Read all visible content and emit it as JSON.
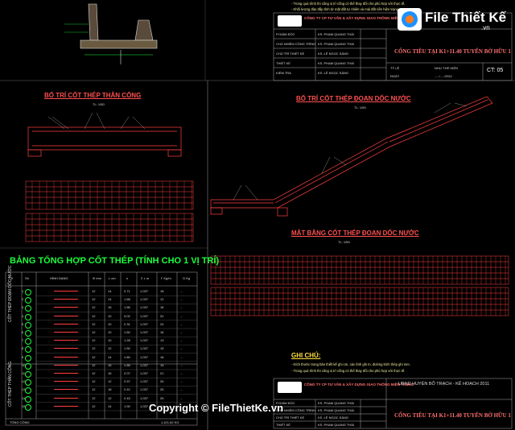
{
  "watermark": {
    "brand_name": "File Thiết Kế",
    "brand_url": ".vn",
    "copyright": "Copyright © FileThietKe.vn"
  },
  "sections": {
    "than_cong_title": "BỐ TRÍ CỐT THÉP THÂN CỐNG",
    "than_cong_scale": "TL: 1/50",
    "doc_nuoc_title": "BỐ TRÍ CỐT THÉP ĐOẠN DỐC NƯỚC",
    "doc_nuoc_scale": "TL: 1/50",
    "mat_bang_title": "MẶT BẰNG CỐT THÉP ĐOẠN DỐC NƯỚC",
    "mat_bang_scale": "TL: 1/50",
    "table_title": "BẢNG TỔNG HỢP CỐT THÉP (TÍNH CHO 1 VỊ TRÍ)",
    "ghi_chu_title": "GHI CHÚ:",
    "side_label_1": "CỐT THÉP ĐOẠN DỐC NƯỚC",
    "side_label_2": "CỐT THÉP THÂN CỐNG"
  },
  "notes_top": [
    "- Trong quá trình thi công vị trí cống có thể thay đổi cho phù hợp với thực tế.",
    "- Khối lượng đào đắp tính từ mặt đất tự nhiên và mái đất nền hiện trạng."
  ],
  "notes_bottom": [
    "- Kích thước trong bản thiết kế ghi cm, các tính ghi m, đường kính thép ghi mm.",
    "- Trong quá trình thi công vị trí cống có thể thay đổi cho phù hợp với thực tế."
  ],
  "title_block_top": {
    "company": "CÔNG TY CP TƯ VẤN & XÂY DỰNG GIAO THÔNG MIỀN TRUNG",
    "project": "CỐNG TIÊU TẠI K1+11.40 TUYẾN BỜ HỮU 1",
    "sheet": "CT: 05",
    "rows": [
      {
        "role": "P.GIÁM ĐỐC",
        "name": "KS. PHẠM QUANG THÁI"
      },
      {
        "role": "CHỦ NHIỆM CÔNG TRÌNH",
        "name": "KS. PHẠM QUANG THÁI"
      },
      {
        "role": "CHỦ TRÌ THIẾT KẾ",
        "name": "KS. LÊ NGỌC SÁNG"
      },
      {
        "role": "THIẾT KẾ",
        "name": "KS. PHẠM QUANG THÁI"
      },
      {
        "role": "KIỂM TRA",
        "name": "KS. LÊ NGỌC SÁNG"
      }
    ],
    "ratio": "TỶ LỆ",
    "ratio_val": "NHƯ THỂ HIỆN",
    "date_label": "NGÀY",
    "date_val": "...../...../2011"
  },
  "title_block_bottom": {
    "owner": "UBND HUYỆN BỐ TRẠCH - KẾ HOẠCH 2011",
    "company": "CÔNG TY CP TƯ VẤN & XÂY DỰNG GIAO THÔNG MIỀN TRUNG",
    "project": "CỐNG TIÊU TẠI K1+11.40 TUYẾN BỜ HỮU 1",
    "rows": [
      {
        "role": "P.GIÁM ĐỐC",
        "name": "KS. PHẠM QUANG THÁI"
      },
      {
        "role": "CHỦ NHIỆM CÔNG TRÌNH",
        "name": "KS. PHẠM QUANG THÁI"
      },
      {
        "role": "CHỦ TRÌ THIẾT KẾ",
        "name": "KS. LÊ NGỌC SÁNG"
      },
      {
        "role": "THIẾT KẾ",
        "name": "KS. PHẠM QUANG THÁI"
      }
    ]
  },
  "table": {
    "headers": [
      "CK",
      "Số",
      "HÌNH DẠNG",
      "Φ mm",
      "L cm",
      "n",
      "Σ L m",
      "Γ Kg/m",
      "G Kg"
    ],
    "rows": [
      [
        "1",
        "12",
        "14",
        "2.71",
        "1,037",
        "18",
        "..."
      ],
      [
        "2",
        "12",
        "14",
        "1.68",
        "1,037",
        "12",
        "..."
      ],
      [
        "3",
        "12",
        "16",
        "1.56",
        "1,037",
        "16",
        "..."
      ],
      [
        "4",
        "12",
        "10",
        "3.02",
        "1,037",
        "31",
        "..."
      ],
      [
        "5",
        "12",
        "10",
        "2.31",
        "1,037",
        "24",
        "..."
      ],
      [
        "6",
        "12",
        "10",
        "1.60",
        "1,037",
        "16",
        "..."
      ],
      [
        "7",
        "12",
        "10",
        "1.28",
        "1,037",
        "13",
        "..."
      ],
      [
        "8",
        "12",
        "12",
        "1.50",
        "1,037",
        "15",
        "..."
      ],
      [
        "9",
        "12",
        "14",
        "1.80",
        "1,037",
        "18",
        "..."
      ],
      [
        "10",
        "12",
        "15",
        "1.85",
        "1,037",
        "19",
        "..."
      ],
      [
        "11",
        "12",
        "16",
        "2.07",
        "1,037",
        "21",
        "..."
      ],
      [
        "12",
        "12",
        "12",
        "2.57",
        "1,037",
        "26",
        "..."
      ],
      [
        "13",
        "12",
        "18",
        "2.42",
        "1,037",
        "25",
        "..."
      ],
      [
        "14",
        "12",
        "12",
        "2.43",
        "1,037",
        "25",
        "..."
      ],
      [
        "15",
        "12",
        "14",
        "1.90",
        "1,037",
        "19",
        "..."
      ]
    ],
    "total_label": "TỔNG CỘNG",
    "total_value": "1,421.62 KG"
  }
}
